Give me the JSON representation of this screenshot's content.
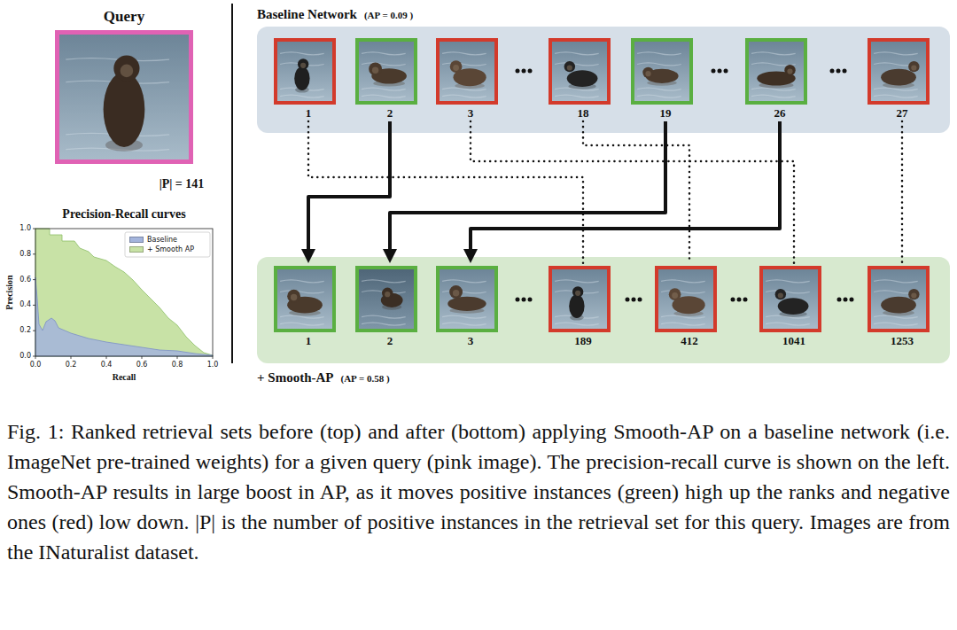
{
  "diagram": {
    "caption": "Fig. 1: Ranked retrieval sets before (top) and after (bottom) applying Smooth-AP on a baseline network (i.e. ImageNet pre-trained weights) for a given query (pink image). The precision-recall curve is shown on the left. Smooth-AP results in large boost in AP, as it moves positive instances (green) high up the ranks and negative ones (red) low down. |P| is the number of positive instances in the retrieval set for this query. Images are from the INaturalist dataset.",
    "nodes": [
      {
        "text": [
          "Query"
        ]
      },
      {
        "text": [
          "Baseline Network",
          "(AP = 0.09 )"
        ]
      },
      {
        "text": [
          "1"
        ],
        "in": 1
      },
      {
        "text": [
          "2"
        ],
        "in": 1
      },
      {
        "text": [
          "3"
        ],
        "in": 1
      },
      {
        "text": [
          "18"
        ],
        "in": 1
      },
      {
        "text": [
          "19"
        ],
        "in": 1
      },
      {
        "text": [
          "26"
        ],
        "in": 1
      },
      {
        "text": [
          "27"
        ],
        "in": 1
      },
      {
        "text": [
          "+ Smooth-AP",
          "(AP = 0.58 )"
        ]
      },
      {
        "text": [
          "1"
        ],
        "in": 9
      },
      {
        "text": [
          "2"
        ],
        "in": 9
      },
      {
        "text": [
          "3"
        ],
        "in": 9
      },
      {
        "text": [
          "189"
        ],
        "in": 9
      },
      {
        "text": [
          "412"
        ],
        "in": 9
      },
      {
        "text": [
          "1041"
        ],
        "in": 9
      },
      {
        "text": [
          "1253"
        ],
        "in": 9
      }
    ],
    "edges": [
      {
        "from": 2,
        "to": 13,
        "arrow": "none"
      },
      {
        "from": 3,
        "to": 10,
        "arrow": "to"
      },
      {
        "from": 4,
        "to": 15,
        "arrow": "none"
      },
      {
        "from": 5,
        "to": 14,
        "arrow": "none"
      },
      {
        "from": 6,
        "to": 11,
        "arrow": "to"
      },
      {
        "from": 7,
        "to": 12,
        "arrow": "to"
      },
      {
        "from": 8,
        "to": 16,
        "arrow": "none"
      }
    ],
    "labels": [
      "|P| = 141",
      "Precision-Recall curves",
      "1.0",
      "0.8",
      "0.6",
      "0.4",
      "0.2",
      "0.0",
      "0.0",
      "0.2",
      "0.4",
      "0.6",
      "0.8",
      "1.0",
      "Precision",
      "Recall"
    ],
    "legend": [
      {
        "text": "Baseline",
        "color": "#a3b4dc"
      },
      {
        "text": "+ Smooth AP",
        "color": "#c8e2a6"
      }
    ]
  }
}
